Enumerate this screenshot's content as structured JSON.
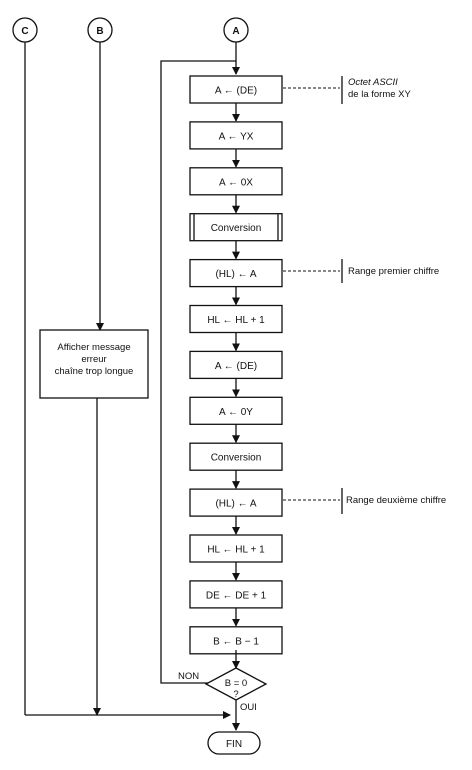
{
  "connectors": {
    "a": "A",
    "b": "B",
    "c": "C"
  },
  "steps": [
    "A ← (DE)",
    "A ← YX",
    "A ← 0X",
    "Conversion",
    "(HL) ← A",
    "HL ← HL + 1",
    "A ← (DE)",
    "A ← 0Y",
    "Conversion",
    "(HL) ← A",
    "HL ← HL + 1",
    "DE ← DE + 1",
    "B ← B − 1"
  ],
  "annotations": {
    "octet_line1": "Octet ASCII",
    "octet_line2": "de la forme XY",
    "range_premier": "Range premier chiffre",
    "range_deuxieme": "Range deuxième chiffre"
  },
  "error_box": {
    "line1": "Afficher message",
    "line2": "erreur",
    "line3": "chaîne trop longue"
  },
  "decision": {
    "line1": "B = 0",
    "line2": "?",
    "no": "NON",
    "yes": "OUI"
  },
  "end": "FIN"
}
